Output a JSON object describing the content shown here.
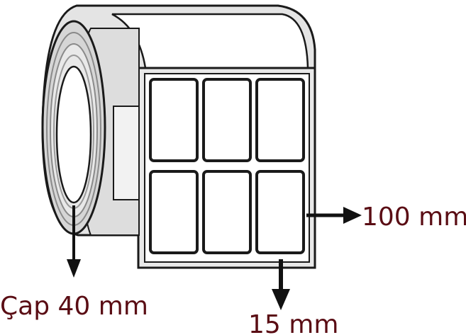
{
  "diagram": {
    "labels": {
      "diameter": "Çap 40 mm",
      "width": "100 mm",
      "height": "15 mm"
    },
    "label_grid": {
      "rows": 2,
      "columns": 3
    },
    "colors": {
      "outline": "#1a1a1a",
      "roll_fill": "#e6e6e6",
      "roll_shadow": "#cfcfcf",
      "label_fill": "#ffffff",
      "label_text": "#5a0d14",
      "arrow": "#111111"
    }
  }
}
